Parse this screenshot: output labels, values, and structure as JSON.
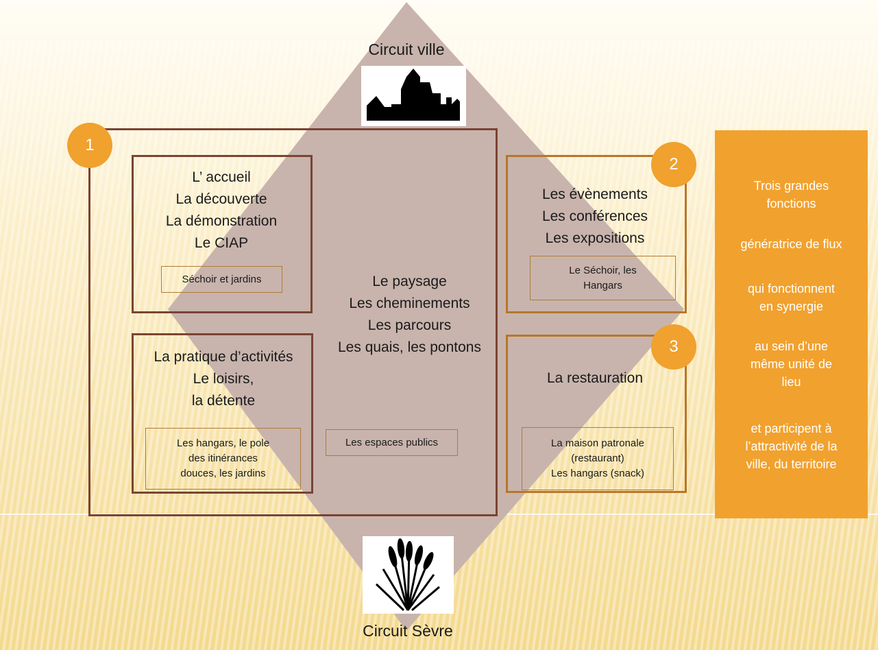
{
  "top_label": "Circuit ville",
  "bottom_label": "Circuit Sèvre",
  "icons": {
    "top": "city-silhouette-icon",
    "bottom": "wheat-reeds-icon"
  },
  "center_block": {
    "badge": "1",
    "lines": "Le paysage\nLes cheminements\nLes parcours\nLes quais, les pontons",
    "tag": "Les espaces publics"
  },
  "box_accueil": {
    "lines": "L’ accueil\nLa découverte\nLa démonstration\nLe CIAP",
    "tag": "Séchoir et jardins"
  },
  "box_pratique": {
    "lines": "La pratique d’activités\nLe loisirs,\nla détente",
    "tag": "Les hangars, le pole\ndes itinérances\ndouces, les jardins"
  },
  "box_evenements": {
    "badge": "2",
    "lines": "Les évènements\nLes conférences\nLes expositions",
    "tag": "Le Séchoir, les\nHangars"
  },
  "box_restauration": {
    "badge": "3",
    "lines": "La restauration",
    "tag": "La maison patronale\n(restaurant)\nLes hangars (snack)"
  },
  "side_panel": {
    "p1": "Trois grandes\nfonctions",
    "p2": "génératrice de flux",
    "p3": "qui fonctionnent\nen synergie",
    "p4": "au sein d’une\nmême unité de\nlieu",
    "p5": "et participent à\nl’attractivité de la\nville, du territoire"
  },
  "colors": {
    "diamond": "#c8b4ad",
    "badge": "#f0a12e",
    "panel": "#f1a12e",
    "frame_dark": "#7b4332",
    "frame_gold": "#b8762b"
  }
}
